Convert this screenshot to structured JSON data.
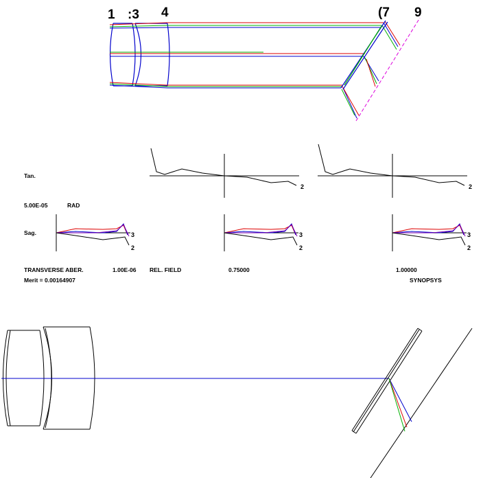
{
  "surface_labels": {
    "s1": "1",
    "s3": ":3",
    "s4": "4",
    "s7": "(7",
    "s9": "9"
  },
  "aberration": {
    "tan": "Tan.",
    "sag": "Sag.",
    "scale": "5.00E-05",
    "scale_unit": "RAD",
    "title": "TRANSVERSE ABER.",
    "scale2": "1.00E-06",
    "rel_field": "REL. FIELD",
    "field_1": "0.75000",
    "field_2": "1.00000",
    "merit": "Merit = 0.00164907",
    "program": "SYNOPSYS",
    "curve_2": "2",
    "curve_3": "3"
  },
  "colors": {
    "ray_blue": "#0000cc",
    "ray_green": "#00b000",
    "ray_red": "#dd0000",
    "ray_magenta": "#dd00dd",
    "ray_purple": "#7a00b0",
    "ink": "#000000"
  }
}
